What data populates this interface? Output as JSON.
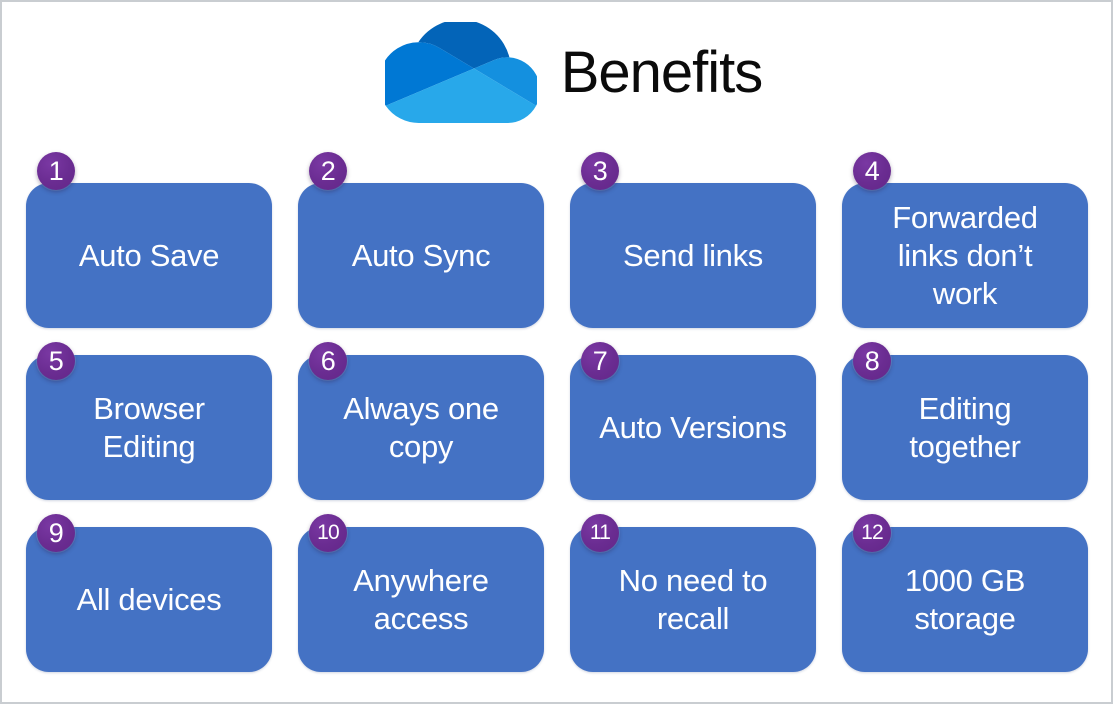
{
  "page": {
    "background": "#ffffff",
    "border_color": "#c9cdd1"
  },
  "header": {
    "title": "Benefits",
    "logo": "onedrive-cloud-logo",
    "logo_colors": {
      "top": "#0364B8",
      "left": "#0078D4",
      "right": "#1490DF",
      "bottom": "#28A8EA"
    }
  },
  "colors": {
    "tile_fill": "#4472C4",
    "tile_text": "#FFFFFF",
    "badge_fill": "#6A2C91",
    "badge_text": "#FFFFFF",
    "title_text": "#0B0B0B"
  },
  "tiles": [
    {
      "number": "1",
      "label": "Auto Save"
    },
    {
      "number": "2",
      "label": "Auto Sync"
    },
    {
      "number": "3",
      "label": "Send links"
    },
    {
      "number": "4",
      "label": "Forwarded\nlinks don’t\nwork"
    },
    {
      "number": "5",
      "label": "Browser\nEditing"
    },
    {
      "number": "6",
      "label": "Always one\ncopy"
    },
    {
      "number": "7",
      "label": "Auto Versions"
    },
    {
      "number": "8",
      "label": "Editing\ntogether"
    },
    {
      "number": "9",
      "label": "All devices"
    },
    {
      "number": "10",
      "label": "Anywhere\naccess"
    },
    {
      "number": "11",
      "label": "No need to\nrecall"
    },
    {
      "number": "12",
      "label": "1000 GB\nstorage"
    }
  ]
}
